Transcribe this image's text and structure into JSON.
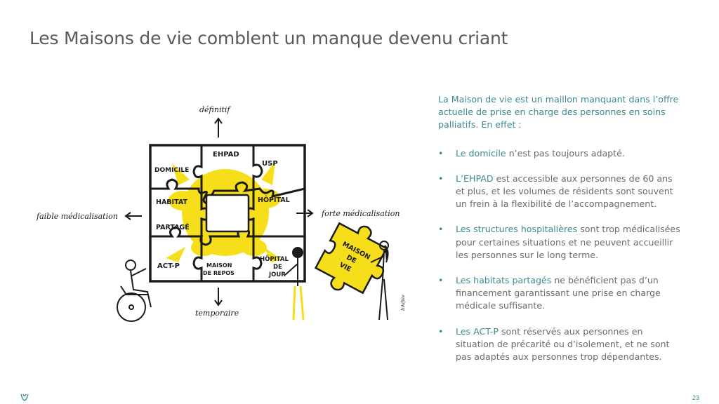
{
  "slide": {
    "title": "Les Maisons de vie comblent un manque devenu criant",
    "page_number": "23"
  },
  "illustration": {
    "axis_top": "définitif",
    "axis_bottom": "temporaire",
    "axis_left": "faible médicalisation",
    "axis_right": "forte médicalisation",
    "pieces": {
      "ehpad": "EHPAD",
      "usp": "USP",
      "domicile": "DOMICILE",
      "habitat_1": "HABITAT",
      "habitat_2": "PARTAGÉ",
      "hopital": "HÔPITAL",
      "actp": "ACT-P",
      "maison_repos_1": "MAISON",
      "maison_repos_2": "DE REPOS",
      "hopital_jour_1": "HÔPITAL",
      "hopital_jour_2": "DE",
      "hopital_jour_3": "JOUR",
      "maison_vie_1": "MAISON",
      "maison_vie_2": "DE",
      "maison_vie_3": "VIE"
    },
    "signature": "Inkifiée",
    "colors": {
      "yellow": "#f6df1a",
      "ink": "#1b1b1b"
    }
  },
  "panel": {
    "intro": "La Maison de vie est un maillon manquant dans l’offre actuelle de prise en charge des personnes en soins palliatifs. En effet :",
    "bullet_char": "•",
    "bullets": [
      {
        "lead": "Le domicile",
        "rest": " n’est pas toujours adapté."
      },
      {
        "lead": "L’EHPAD",
        "rest": " est accessible aux personnes de 60 ans et plus, et les volumes de résidents sont souvent un frein à la flexibilité de l’accompagnement."
      },
      {
        "lead": "Les structures hospitalières",
        "rest": " sont trop médicalisées pour certaines situations et ne peuvent accueillir les personnes sur le long terme."
      },
      {
        "lead": "Les habitats partagés",
        "rest": " ne bénéficient pas d’un financement garantissant une prise en charge médicale suffisante."
      },
      {
        "lead": "Les ACT-P",
        "rest": " sont réservés aux personnes en situation de précarité ou d’isolement, et ne sont pas adaptés aux personnes trop dépendantes."
      }
    ],
    "colors": {
      "accent": "#3e8b8a",
      "body": "#6b6b6b"
    }
  }
}
